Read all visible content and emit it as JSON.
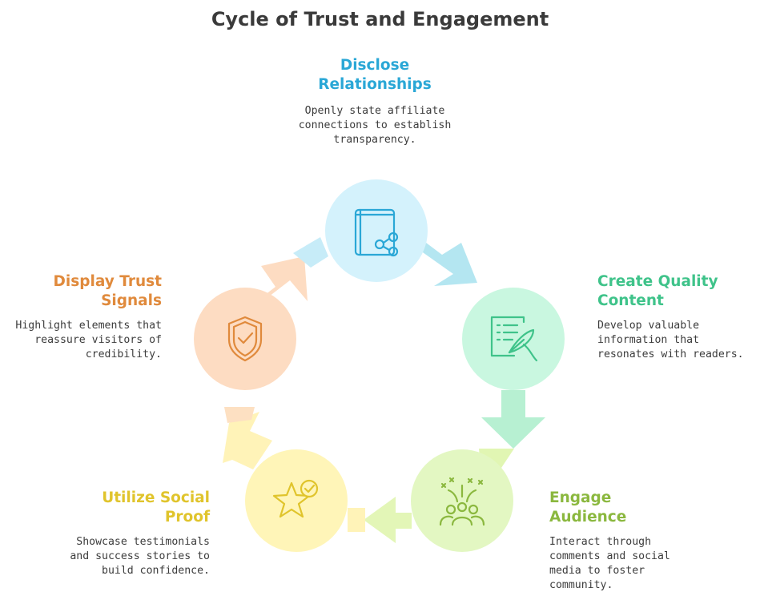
{
  "title": "Cycle of Trust and Engagement",
  "colors": {
    "disclose": "#2aa7d6",
    "create": "#3fc38a",
    "engage": "#8bb83f",
    "social": "#e0c42c",
    "trust": "#e08a3c"
  },
  "steps": [
    {
      "title_line1": "Disclose",
      "title_line2": "Relationships",
      "desc_lines": [
        "Openly state affiliate",
        "connections to establish",
        "transparency."
      ],
      "icon": "book-share-icon"
    },
    {
      "title_line1": "Create Quality",
      "title_line2": "Content",
      "desc_lines": [
        "Develop valuable",
        "information that",
        "resonates with readers."
      ],
      "icon": "document-quill-icon"
    },
    {
      "title_line1": "Engage",
      "title_line2": "Audience",
      "desc_lines": [
        "Interact through",
        "comments and social",
        "media to foster",
        "community."
      ],
      "icon": "audience-celebration-icon"
    },
    {
      "title_line1": "Utilize Social",
      "title_line2": "Proof",
      "desc_lines": [
        "Showcase testimonials",
        "and success stories to",
        "build confidence."
      ],
      "icon": "star-check-icon"
    },
    {
      "title_line1": "Display Trust",
      "title_line2": "Signals",
      "desc_lines": [
        "Highlight elements that",
        "reassure visitors of",
        "credibility."
      ],
      "icon": "shield-check-icon"
    }
  ]
}
